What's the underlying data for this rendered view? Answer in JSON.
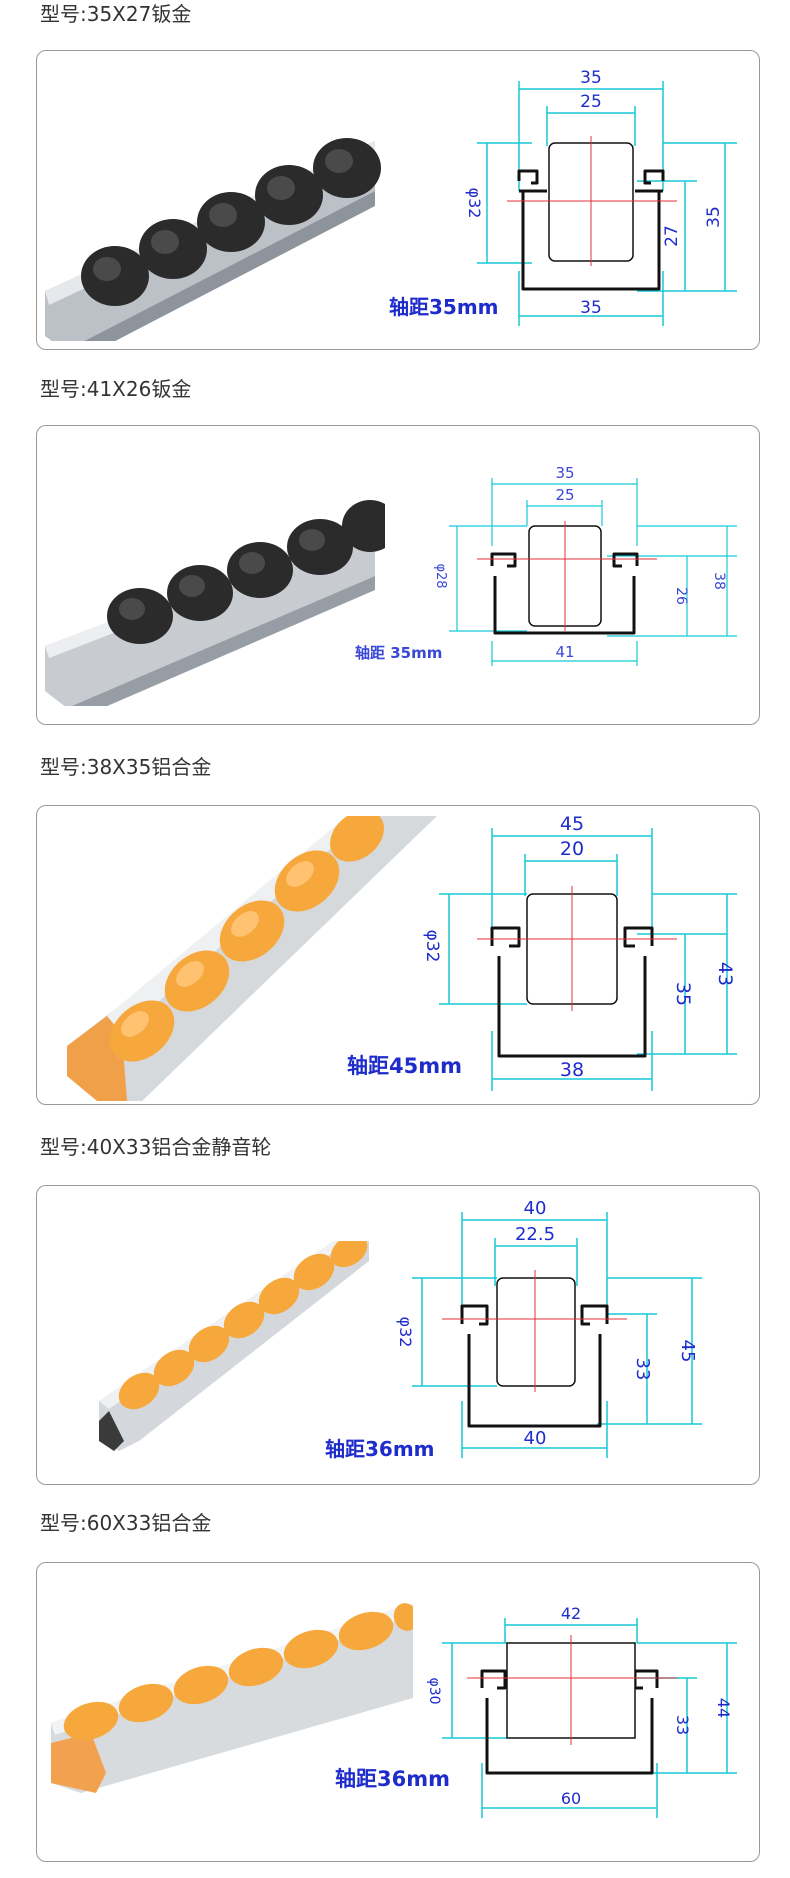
{
  "colors": {
    "dimension": "#17c9d6",
    "label_blue": "#1f2ccc",
    "centerline": "#e0303a",
    "outline": "#111111",
    "black_roller": "#2a2a2a",
    "orange_roller": "#f7a83d",
    "steel": "#b9bec4",
    "aluminum": "#d3d6da"
  },
  "products": [
    {
      "model": "型号:35X27钣金",
      "spacing": "轴距35mm",
      "roller": "black",
      "dims": {
        "top": "35",
        "inner": "25",
        "dia": "φ32",
        "h1": "27",
        "h2": "35",
        "bottom": "35"
      }
    },
    {
      "model": "型号:41X26钣金",
      "spacing": "轴距 35mm",
      "roller": "black",
      "dims": {
        "top": "35",
        "inner": "25",
        "dia": "φ28",
        "h1": "26",
        "h2": "38",
        "bottom": "41"
      }
    },
    {
      "model": "型号:38X35铝合金",
      "spacing": "轴距45mm",
      "roller": "orange",
      "dims": {
        "top": "45",
        "inner": "20",
        "dia": "φ32",
        "h1": "35",
        "h2": "43",
        "bottom": "38"
      }
    },
    {
      "model": "型号:40X33铝合金静音轮",
      "spacing": "轴距36mm",
      "roller": "orange",
      "dims": {
        "top": "40",
        "inner": "22.5",
        "dia": "φ32",
        "h1": "33",
        "h2": "45",
        "bottom": "40"
      }
    },
    {
      "model": "型号:60X33铝合金",
      "spacing": "轴距36mm",
      "roller": "orange",
      "dims": {
        "top": "42",
        "inner": "",
        "dia": "φ30",
        "h1": "33",
        "h2": "44",
        "bottom": "60"
      }
    }
  ]
}
